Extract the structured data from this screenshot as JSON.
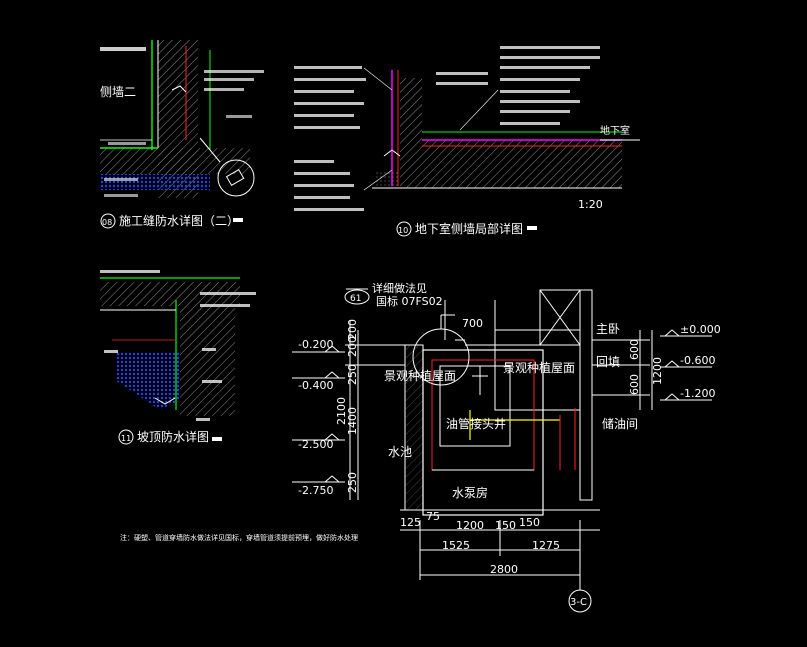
{
  "titles": {
    "t08": "施工缝防水详图（二）",
    "t10": "地下室侧墙局部详图",
    "t11": "坡顶防水详图",
    "n08": "08",
    "n10": "10",
    "n11": "11",
    "side_label": "侧墙二",
    "scale": "1:20",
    "ground": "地下室"
  },
  "ref": {
    "text": "详细做法见",
    "std": "国标 07FS02",
    "num": "61"
  },
  "rooms": {
    "landscape_left": "景观种植屋面",
    "landscape_right": "景观种植屋面",
    "oil_pit": "油管接头井",
    "pool": "水池",
    "pump": "水泵房",
    "master": "主卧",
    "backfill": "回填",
    "storage": "储油间"
  },
  "levels_left": [
    "-0.200",
    "-0.400",
    "-2.500",
    "-2.750"
  ],
  "levels_right": [
    "±0.000",
    "-0.600",
    "-1.200"
  ],
  "dims": {
    "v_left": [
      "200",
      "250",
      "1400",
      "2100",
      "250"
    ],
    "v_right": [
      "600",
      "600",
      "1200"
    ],
    "top": [
      "700",
      "200"
    ],
    "bottom_row1": [
      "125",
      "75",
      "1200",
      "150",
      "150"
    ],
    "bottom_row2": [
      "1525",
      "1275"
    ],
    "total": "2800",
    "axis": "3-C"
  },
  "note": "注：硬塑、管道穿墙防水做法详见国标，穿墙管道须提前预埋，做好防水处理",
  "colors": {
    "background": "#000000",
    "cad_white": "#ffffff",
    "cad_green": "#00ff00",
    "cad_red": "#ff2020",
    "cad_yellow": "#ffff00",
    "cad_magenta": "#ff00ff",
    "cad_blue": "#2040ff"
  }
}
